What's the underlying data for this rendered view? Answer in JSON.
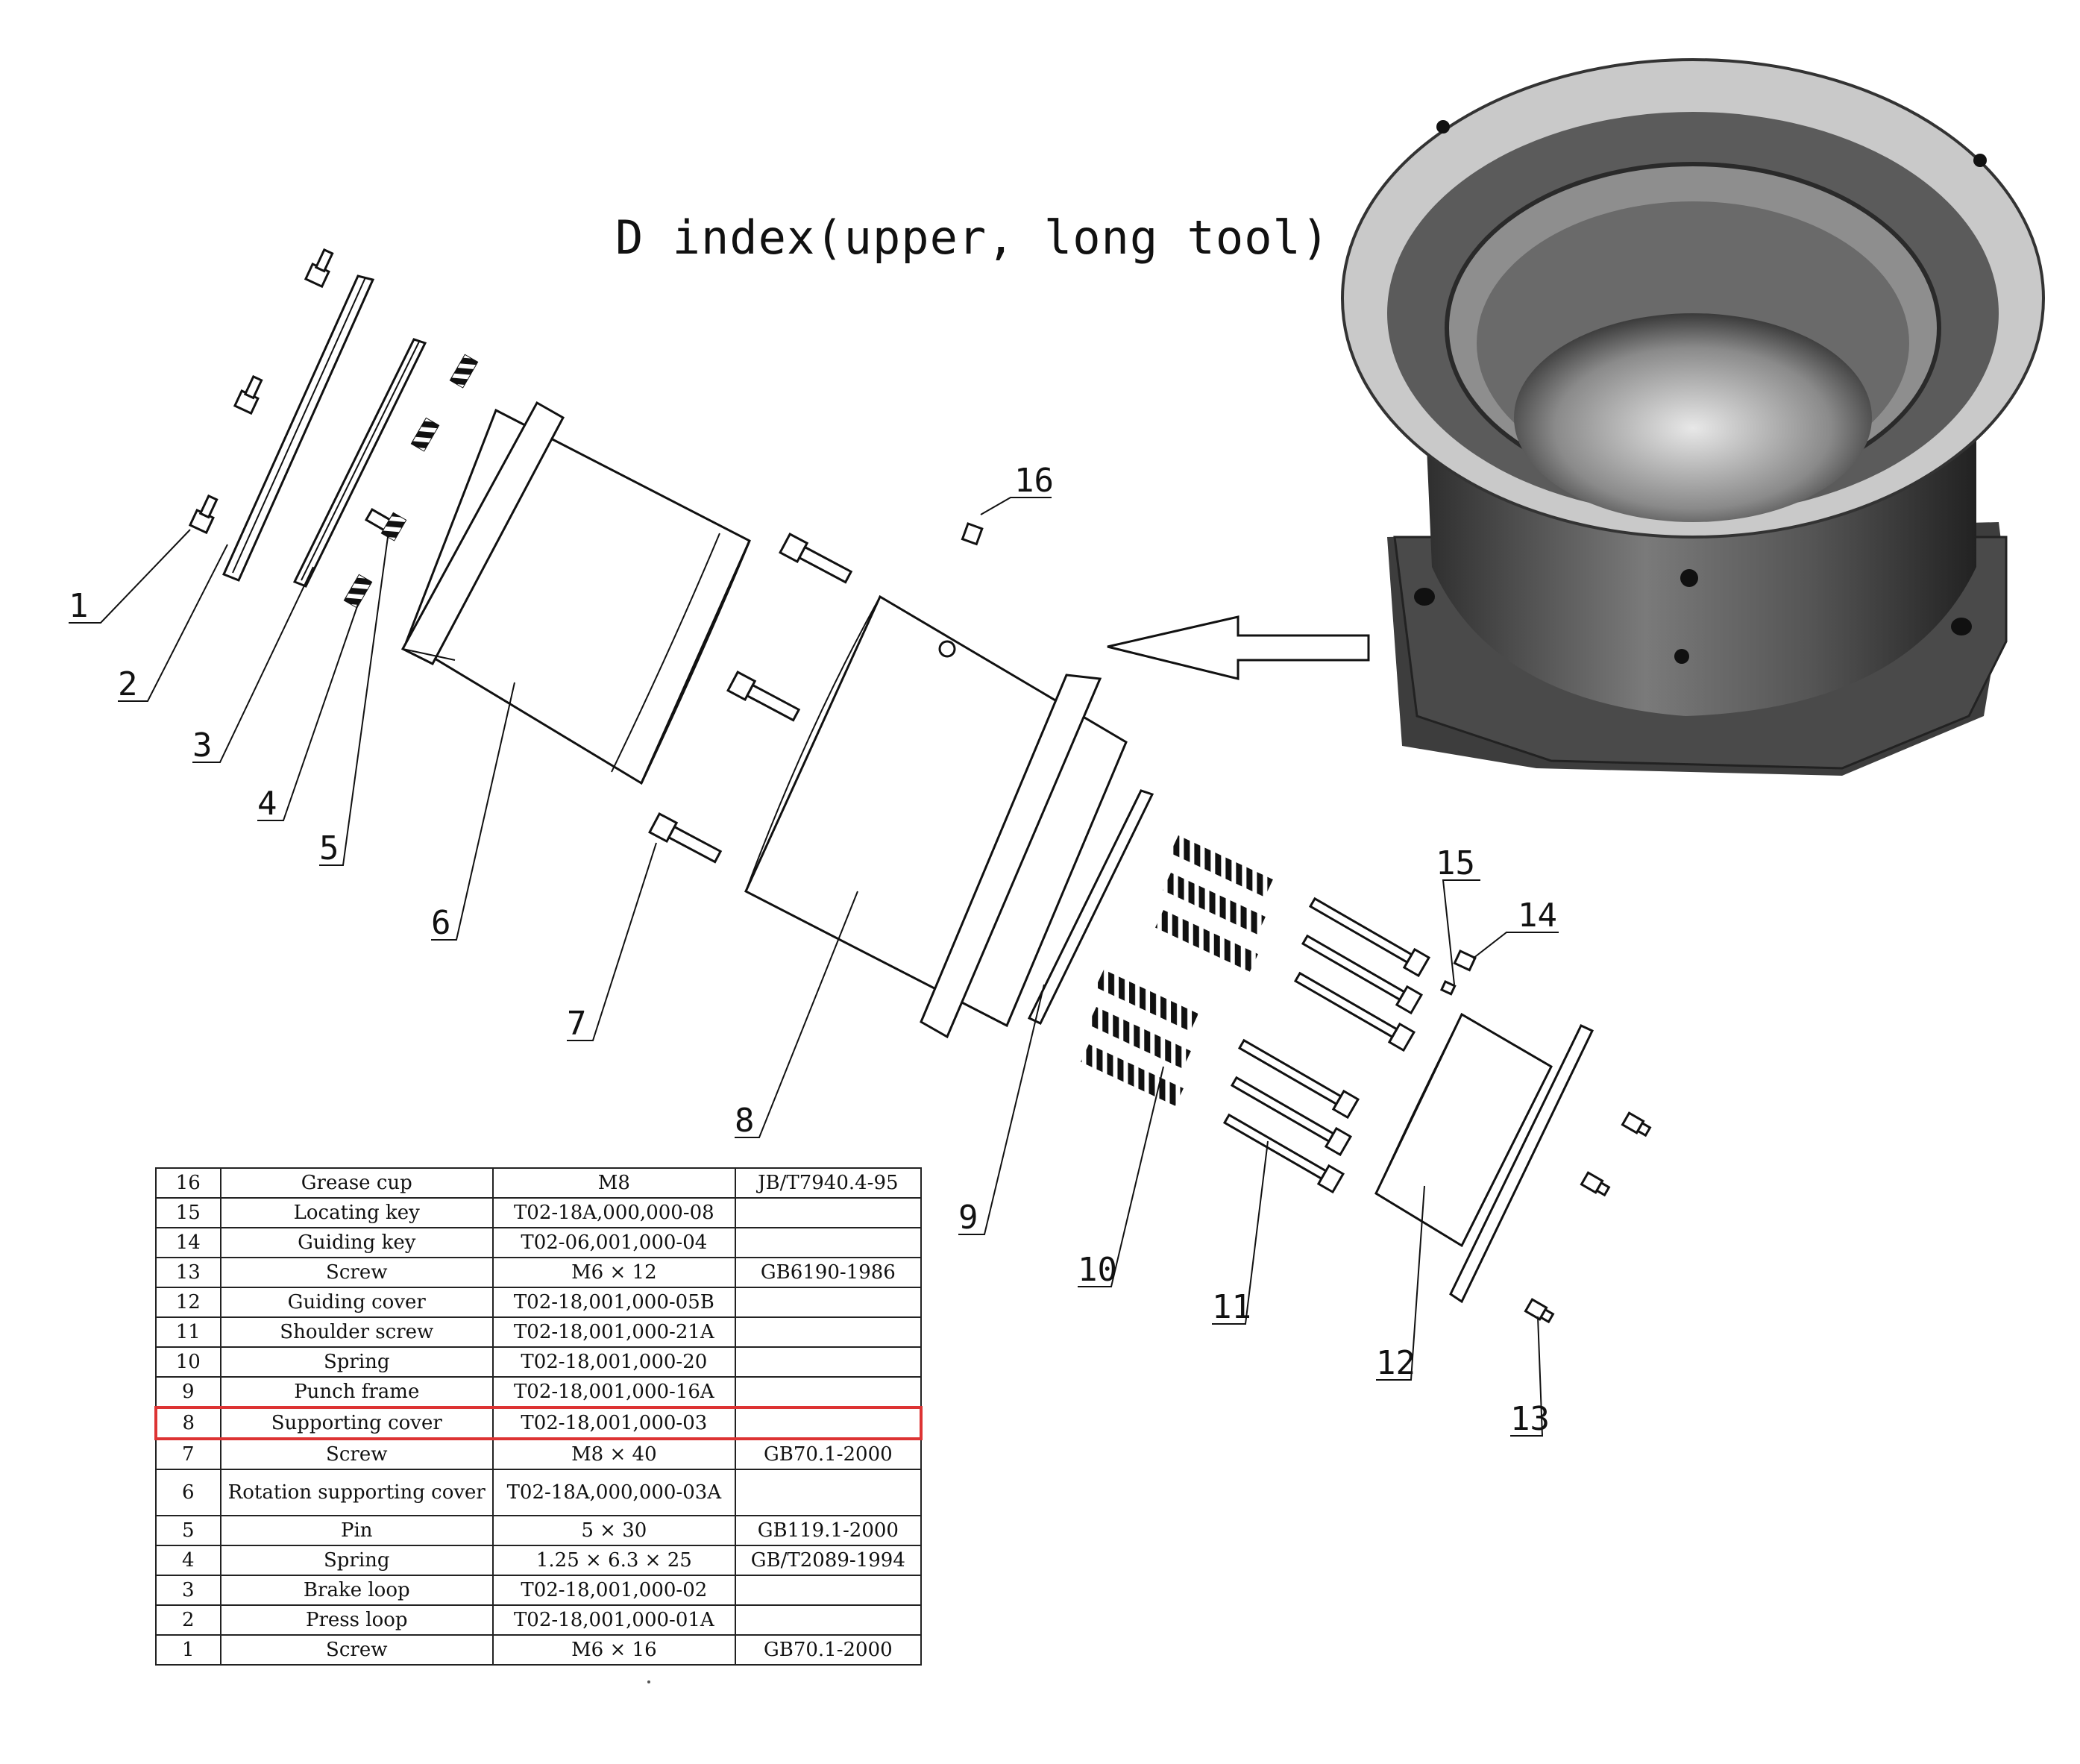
{
  "title": "D index(upper, long tool)",
  "callouts": [
    {
      "num": "1"
    },
    {
      "num": "2"
    },
    {
      "num": "3"
    },
    {
      "num": "4"
    },
    {
      "num": "5"
    },
    {
      "num": "6"
    },
    {
      "num": "7"
    },
    {
      "num": "8"
    },
    {
      "num": "9"
    },
    {
      "num": "10"
    },
    {
      "num": "11"
    },
    {
      "num": "12"
    },
    {
      "num": "13"
    },
    {
      "num": "14"
    },
    {
      "num": "15"
    },
    {
      "num": "16"
    }
  ],
  "bom": [
    {
      "no": "16",
      "name": "Grease cup",
      "code": "M8",
      "standard": "JB/T7940.4-95"
    },
    {
      "no": "15",
      "name": "Locating key",
      "code": "T02-18A,000,000-08",
      "standard": ""
    },
    {
      "no": "14",
      "name": "Guiding key",
      "code": "T02-06,001,000-04",
      "standard": ""
    },
    {
      "no": "13",
      "name": "Screw",
      "code": "M6 × 12",
      "standard": "GB6190-1986"
    },
    {
      "no": "12",
      "name": "Guiding cover",
      "code": "T02-18,001,000-05B",
      "standard": ""
    },
    {
      "no": "11",
      "name": "Shoulder screw",
      "code": "T02-18,001,000-21A",
      "standard": ""
    },
    {
      "no": "10",
      "name": "Spring",
      "code": "T02-18,001,000-20",
      "standard": ""
    },
    {
      "no": "9",
      "name": "Punch frame",
      "code": "T02-18,001,000-16A",
      "standard": ""
    },
    {
      "no": "8",
      "name": "Supporting cover",
      "code": "T02-18,001,000-03",
      "standard": "",
      "highlight": true
    },
    {
      "no": "7",
      "name": "Screw",
      "code": "M8 × 40",
      "standard": "GB70.1-2000"
    },
    {
      "no": "6",
      "name": "Rotation supporting cover",
      "code": "T02-18A,000,000-03A",
      "standard": ""
    },
    {
      "no": "5",
      "name": "Pin",
      "code": "5 × 30",
      "standard": "GB119.1-2000"
    },
    {
      "no": "4",
      "name": "Spring",
      "code": "1.25 × 6.3 × 25",
      "standard": "GB/T2089-1994"
    },
    {
      "no": "3",
      "name": "Brake loop",
      "code": "T02-18,001,000-02",
      "standard": ""
    },
    {
      "no": "2",
      "name": "Press loop",
      "code": "T02-18,001,000-01A",
      "standard": ""
    },
    {
      "no": "1",
      "name": "Screw",
      "code": "M6 × 16",
      "standard": "GB70.1-2000"
    }
  ],
  "colors": {
    "highlight": "#d33333",
    "line": "#111111"
  }
}
